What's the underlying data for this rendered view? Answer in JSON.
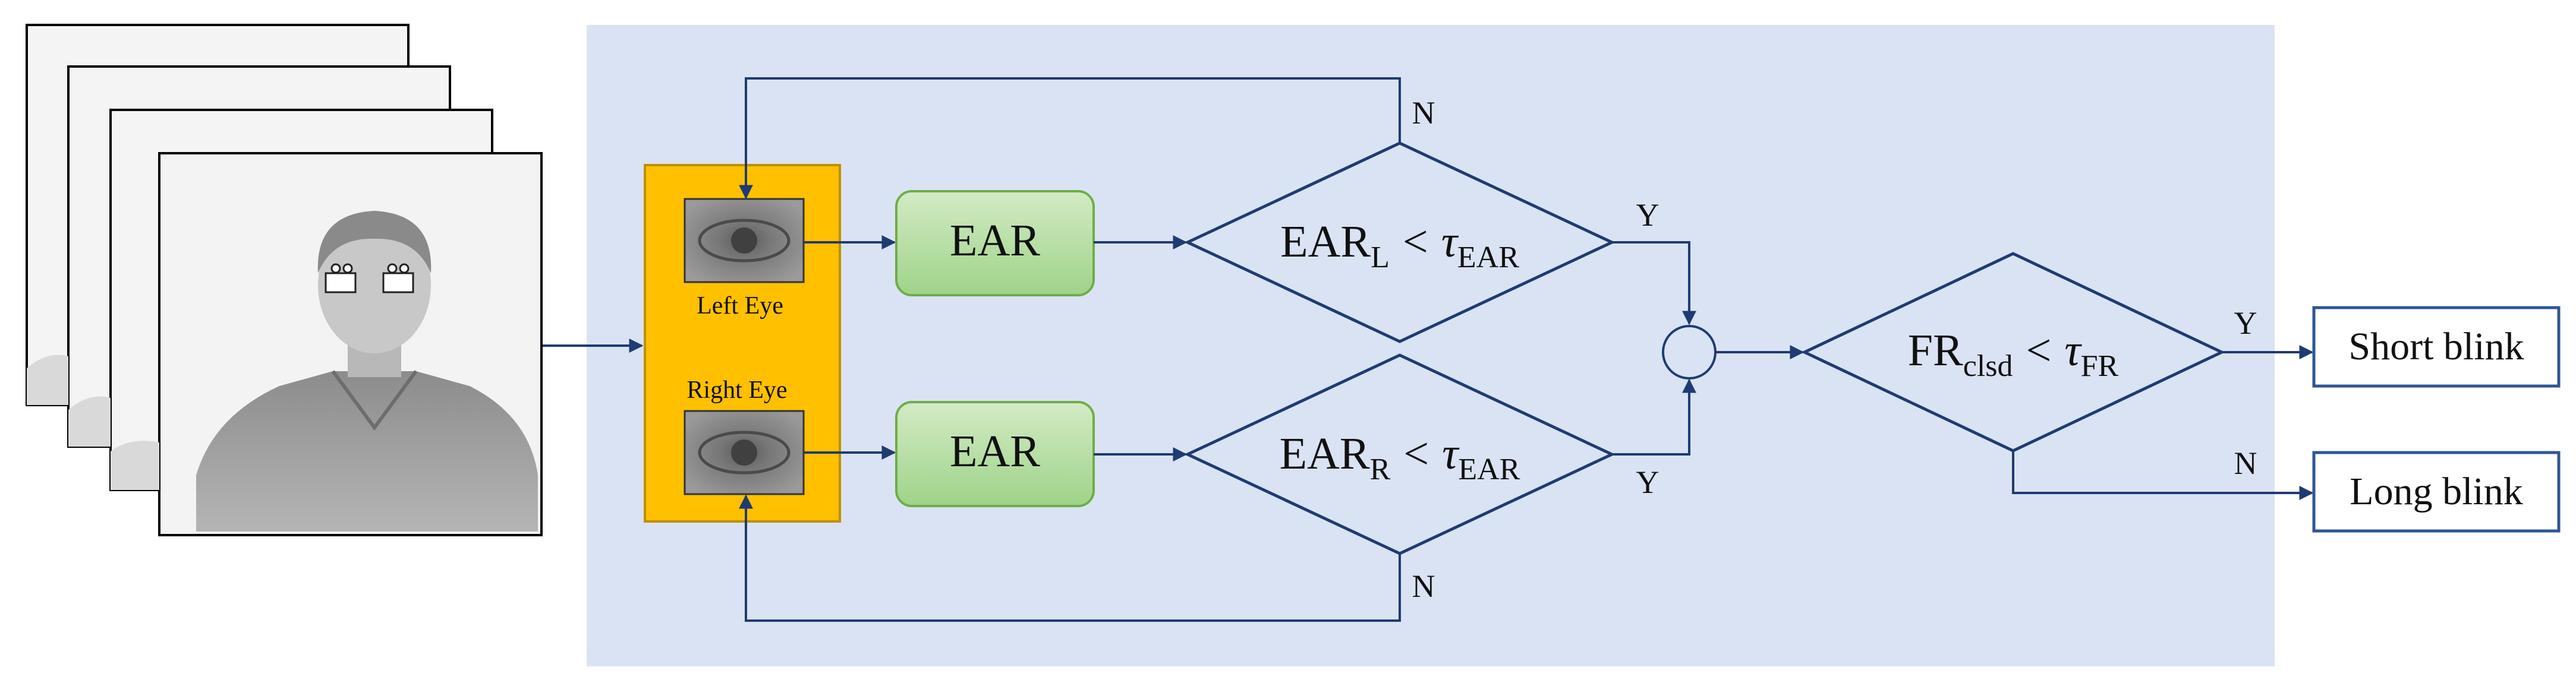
{
  "eye_box": {
    "left_label": "Left Eye",
    "right_label": "Right Eye"
  },
  "ear_boxes": {
    "left": "EAR",
    "right": "EAR"
  },
  "decisions": {
    "left": {
      "base": "EAR",
      "sub": "L",
      "op": "<",
      "tau": "τ",
      "tau_sub": "EAR"
    },
    "right": {
      "base": "EAR",
      "sub": "R",
      "op": "<",
      "tau": "τ",
      "tau_sub": "EAR"
    },
    "fr": {
      "base": "FR",
      "sub": "clsd",
      "op": "<",
      "tau": "τ",
      "tau_sub": "FR"
    }
  },
  "branch_labels": {
    "left_no": "N",
    "left_yes": "Y",
    "right_no": "N",
    "right_yes": "Y",
    "fr_yes": "Y",
    "fr_no": "N"
  },
  "outputs": {
    "short": "Short blink",
    "long": "Long blink"
  },
  "colors": {
    "panel_bg": "#DAE3F3",
    "arrow": "#1F3B73",
    "eye_box_fill": "#FFC000",
    "eye_box_stroke": "#BF9000",
    "ear_fill_top": "#D2EBC4",
    "ear_fill_bottom": "#9FD389",
    "ear_stroke": "#70AD47",
    "output_stroke": "#2F5597"
  }
}
